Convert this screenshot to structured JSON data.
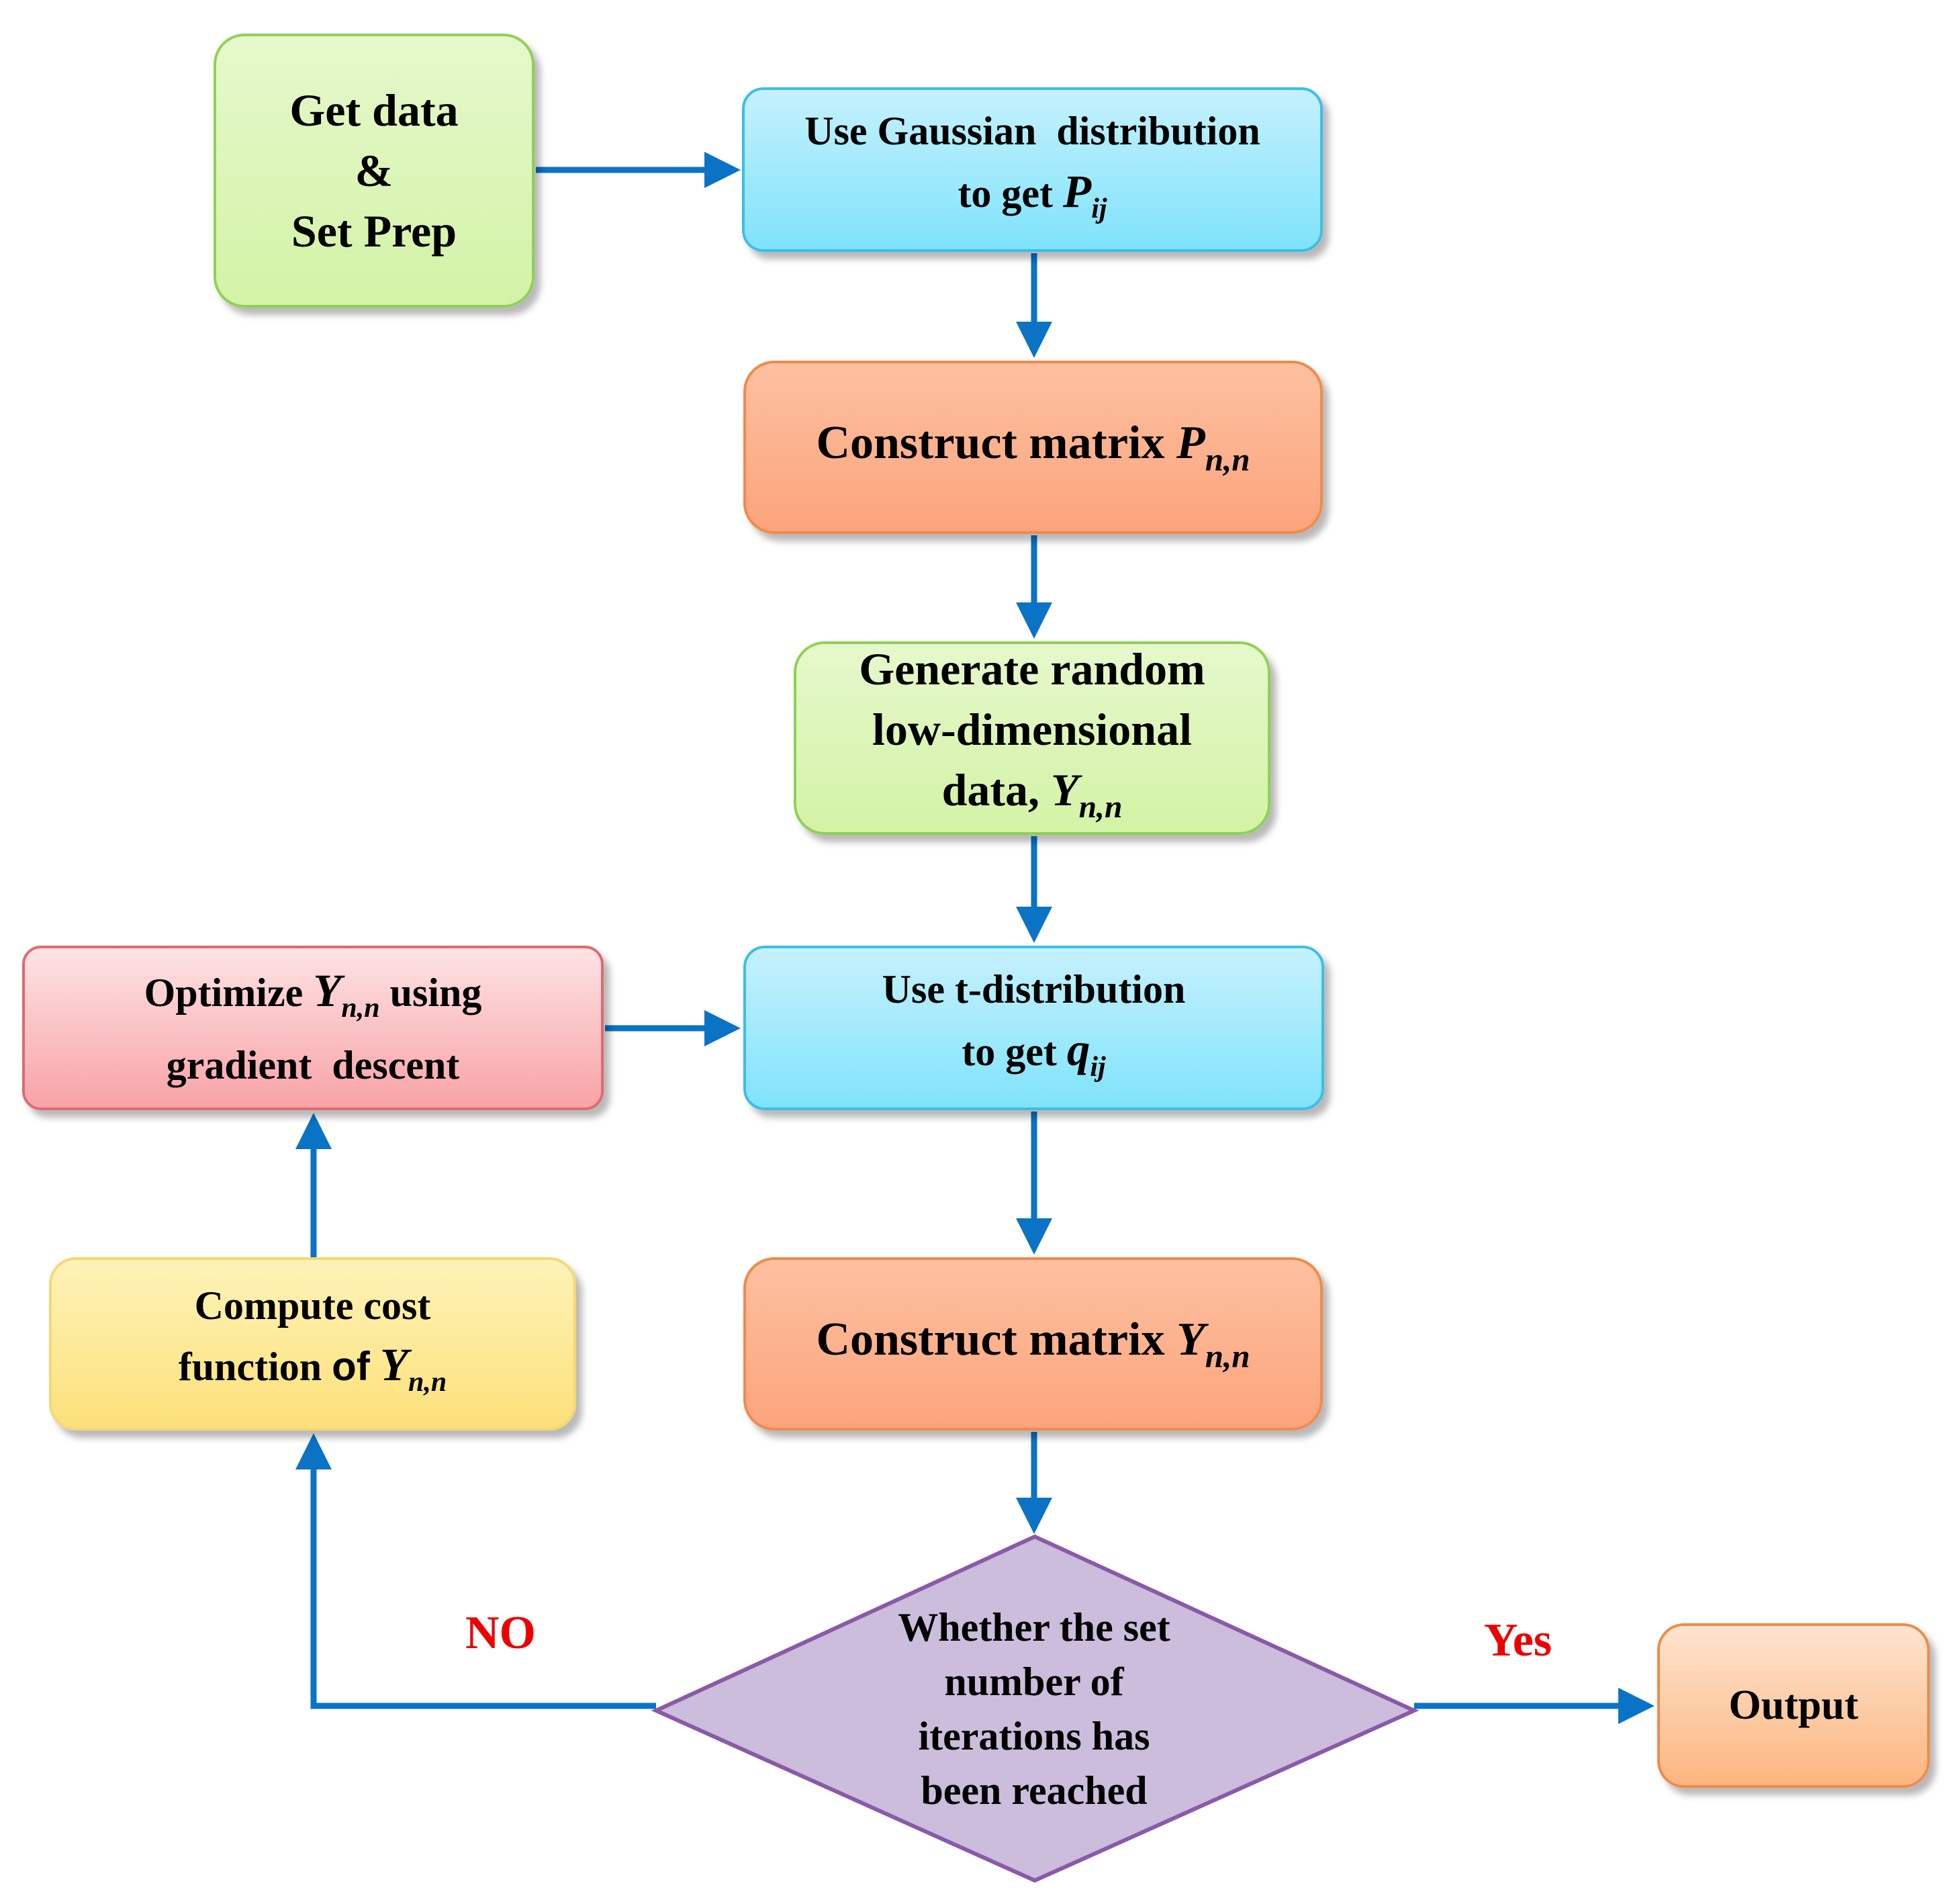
{
  "diagram": {
    "get_data": {
      "line1": "Get data",
      "line2": "&",
      "line3": "Set Prep"
    },
    "gaussian": {
      "line1": "Use Gaussian  distribution",
      "prefix": "to get",
      "var": "P",
      "sub": "ij"
    },
    "construct_p": {
      "prefix": "Construct matrix",
      "var": "P",
      "sub": "n,n"
    },
    "generate": {
      "line1": "Generate random",
      "line2": "low-dimensional",
      "prefix": "data,",
      "var": "Y",
      "sub": "n,n"
    },
    "t_distribution": {
      "line1": "Use t-distribution",
      "prefix": "to get",
      "var": "q",
      "sub": "ij"
    },
    "optimize": {
      "prefix": "Optimize",
      "var": "Y",
      "sub": "n,n",
      "suffix": "using",
      "line2": "gradient  descent"
    },
    "compute_cost": {
      "line1": "Compute cost",
      "prefix": "function",
      "of": "of",
      "var": "Y",
      "sub": "n,n"
    },
    "construct_y": {
      "prefix": "Construct matrix",
      "var": "Y",
      "sub": "n,n"
    },
    "decision": {
      "line1": "Whether the set",
      "line2": "number of",
      "line3": "iterations has",
      "line4": "been reached"
    },
    "output": {
      "label": "Output"
    },
    "branch_no": "NO",
    "branch_yes": "Yes"
  },
  "colors": {
    "arrow": "#0b73c6",
    "green_box": "#d3f3a6",
    "cyan_box": "#7fe3fb",
    "orange_box": "#fca47c",
    "red_box": "#f8a3a7",
    "yellow_box": "#fde07a",
    "decision_fill": "#cbbddb",
    "decision_border": "#8a5aa8",
    "branch_label": "#ee0000"
  }
}
